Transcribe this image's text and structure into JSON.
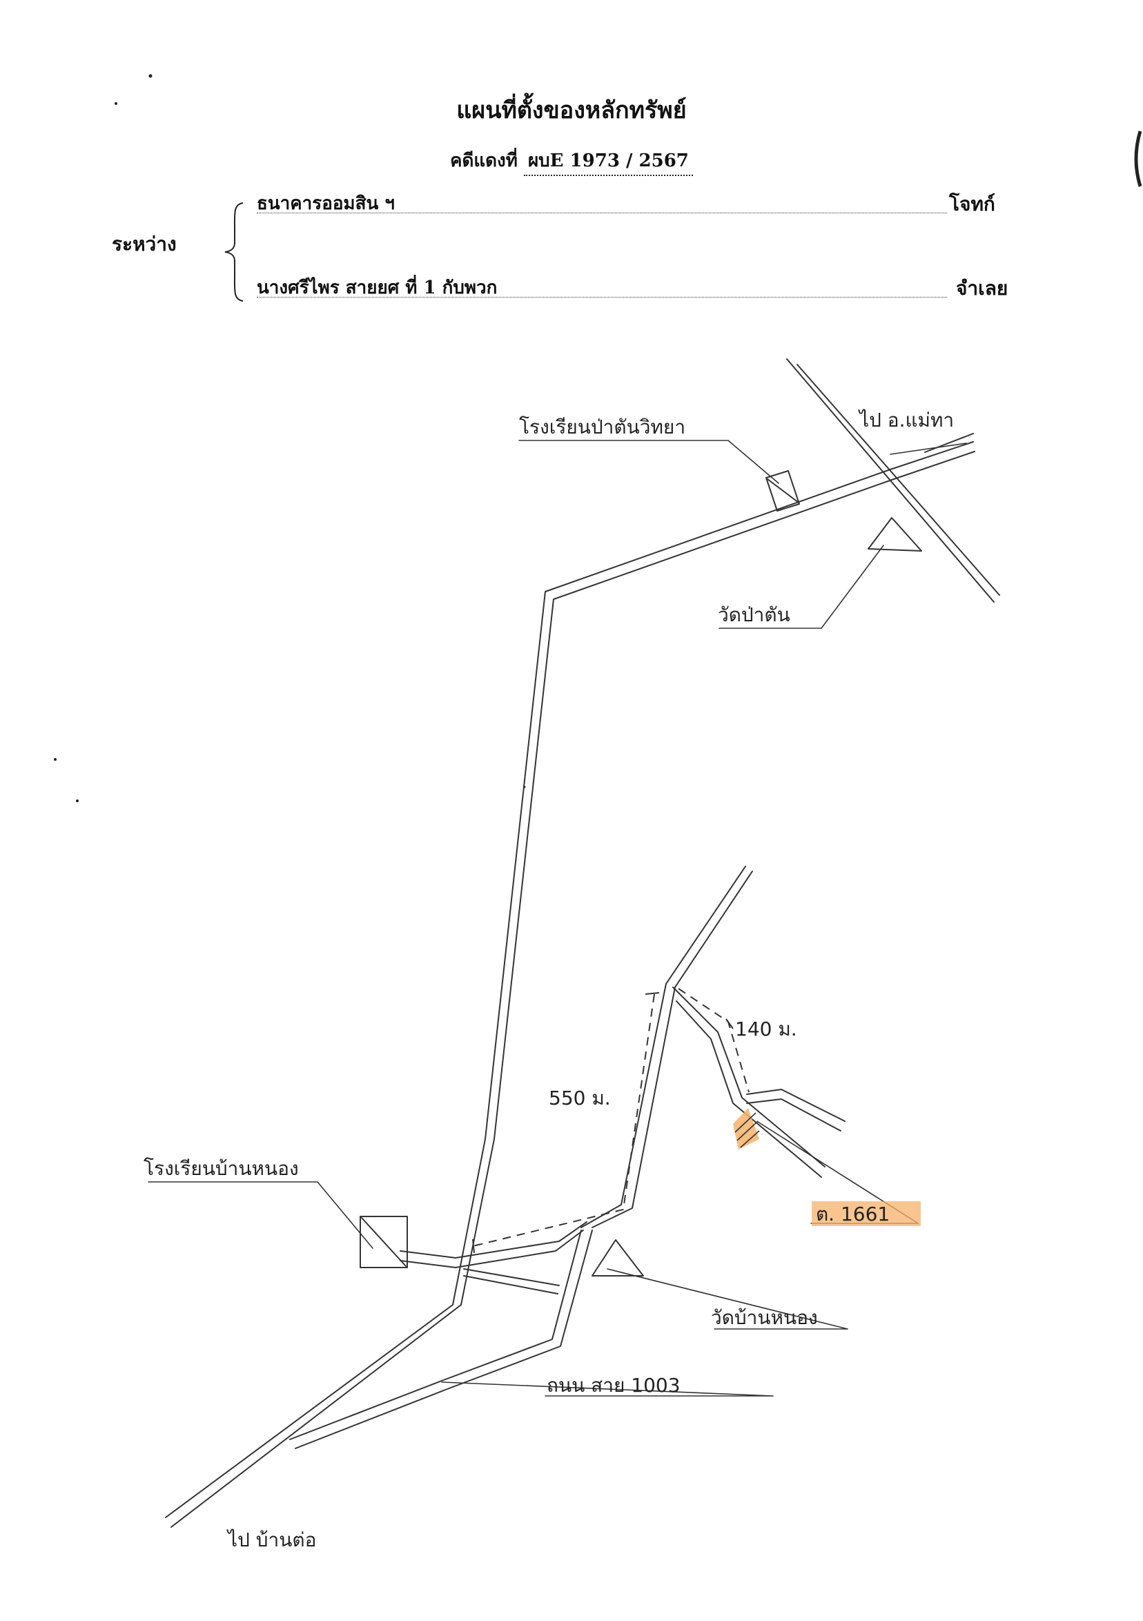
{
  "header": {
    "title": "แผนที่ตั้งของหลักทรัพย์",
    "case_label": "คดีแดงที่",
    "case_number": "ผบE 1973 / 2567"
  },
  "parties": {
    "between_label": "ระหว่าง",
    "plaintiff_name": "ธนาคารออมสิน ฯ",
    "plaintiff_role": "โจทก์",
    "defendant_name": "นางศรีไพร  สายยศ   ที่ 1 กับพวก",
    "defendant_role": "จำเลย"
  },
  "map": {
    "label_to_maetha": "ไป อ.แม่ทา",
    "label_school_top": "โรงเรียนป่าตันวิทยา",
    "label_temple_top": "วัดป่าตัน",
    "label_distance_140": "140 ม.",
    "label_distance_550": "550 ม.",
    "label_plot": "ต. 1661",
    "label_school_bottom": "โรงเรียนบ้านหนอง",
    "label_temple_bottom": "วัดบ้านหนอง",
    "label_road": "ถนน สาย 1003",
    "label_to_bottom": "ไป บ้านต่อ",
    "highlight_color": "#f6b26b"
  }
}
